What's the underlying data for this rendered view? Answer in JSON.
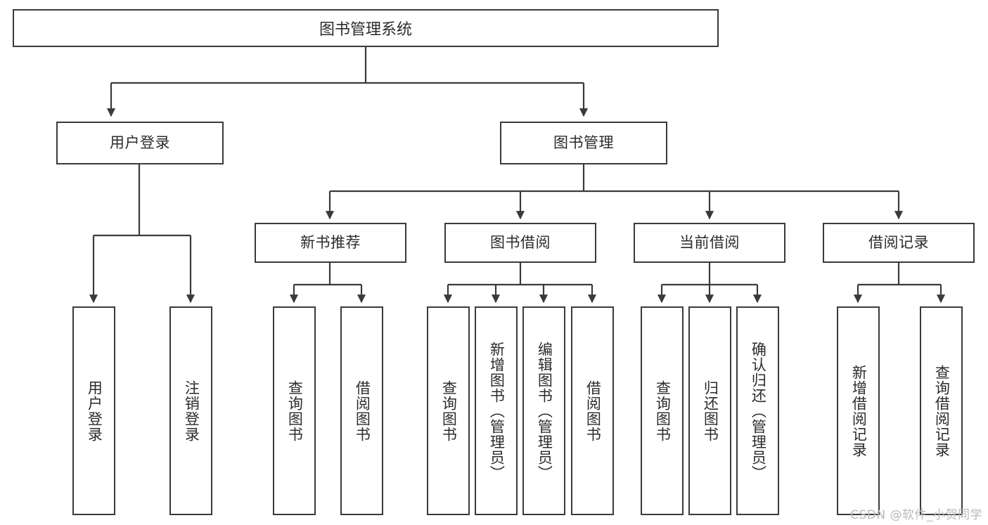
{
  "diagram": {
    "title": "图书管理系统",
    "type": "tree-hierarchy",
    "colors": {
      "stroke": "#3a3a3a",
      "text": "#2b2b2b",
      "background": "#ffffff",
      "watermark": "#b9b9b9"
    },
    "root": {
      "label": "图书管理系统"
    },
    "level2": [
      {
        "label": "用户登录"
      },
      {
        "label": "图书管理"
      }
    ],
    "level3": [
      {
        "label": "新书推荐"
      },
      {
        "label": "图书借阅"
      },
      {
        "label": "当前借阅"
      },
      {
        "label": "借阅记录"
      }
    ],
    "leaves": {
      "user_login": [
        {
          "label": "用户登录"
        },
        {
          "label": "注销登录"
        }
      ],
      "new_book_recommend": [
        {
          "label": "查询图书"
        },
        {
          "label": "借阅图书"
        }
      ],
      "book_borrow": [
        {
          "label": "查询图书"
        },
        {
          "label": "新增图书（管理员）"
        },
        {
          "label": "编辑图书（管理员）"
        },
        {
          "label": "借阅图书"
        }
      ],
      "current_borrow": [
        {
          "label": "查询图书"
        },
        {
          "label": "归还图书"
        },
        {
          "label": "确认归还（管理员）"
        }
      ],
      "borrow_record": [
        {
          "label": "新增借阅记录"
        },
        {
          "label": "查询借阅记录"
        }
      ]
    },
    "watermark": "CSDN @软件_小贺同学"
  }
}
